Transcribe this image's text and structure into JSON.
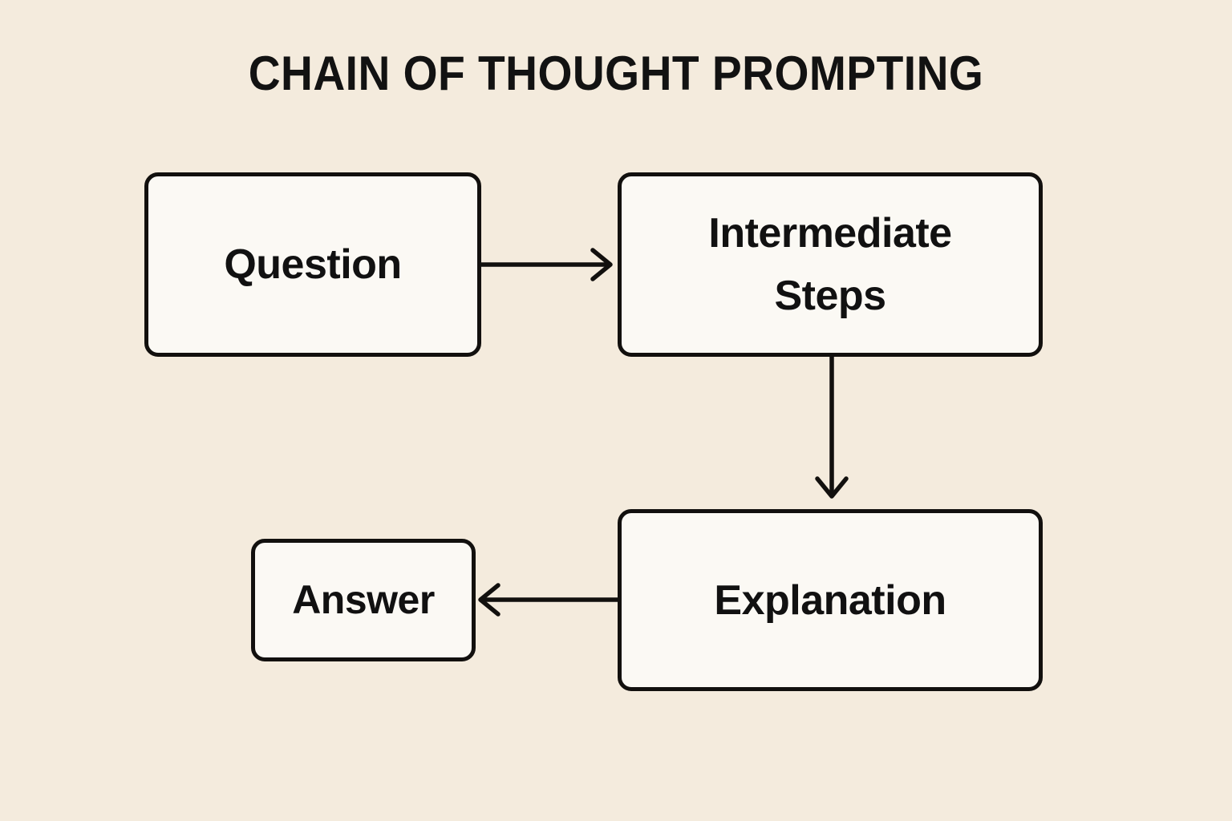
{
  "diagram": {
    "title": "CHAIN OF THOUGHT PROMPTING",
    "background_color": "#F4EBDD",
    "node_fill_color": "#FBF9F4",
    "stroke_color": "#12100E",
    "nodes": [
      {
        "id": "question",
        "label": "Question"
      },
      {
        "id": "intermediate",
        "label": "Intermediate\nSteps"
      },
      {
        "id": "explanation",
        "label": "Explanation"
      },
      {
        "id": "answer",
        "label": "Answer"
      }
    ],
    "edges": [
      {
        "id": "question-to-intermediate",
        "from": "Question",
        "to": "Intermediate Steps",
        "direction": "right"
      },
      {
        "id": "intermediate-to-explanation",
        "from": "Intermediate Steps",
        "to": "Explanation",
        "direction": "down"
      },
      {
        "id": "explanation-to-answer",
        "from": "Explanation",
        "to": "Answer",
        "direction": "left"
      }
    ]
  }
}
